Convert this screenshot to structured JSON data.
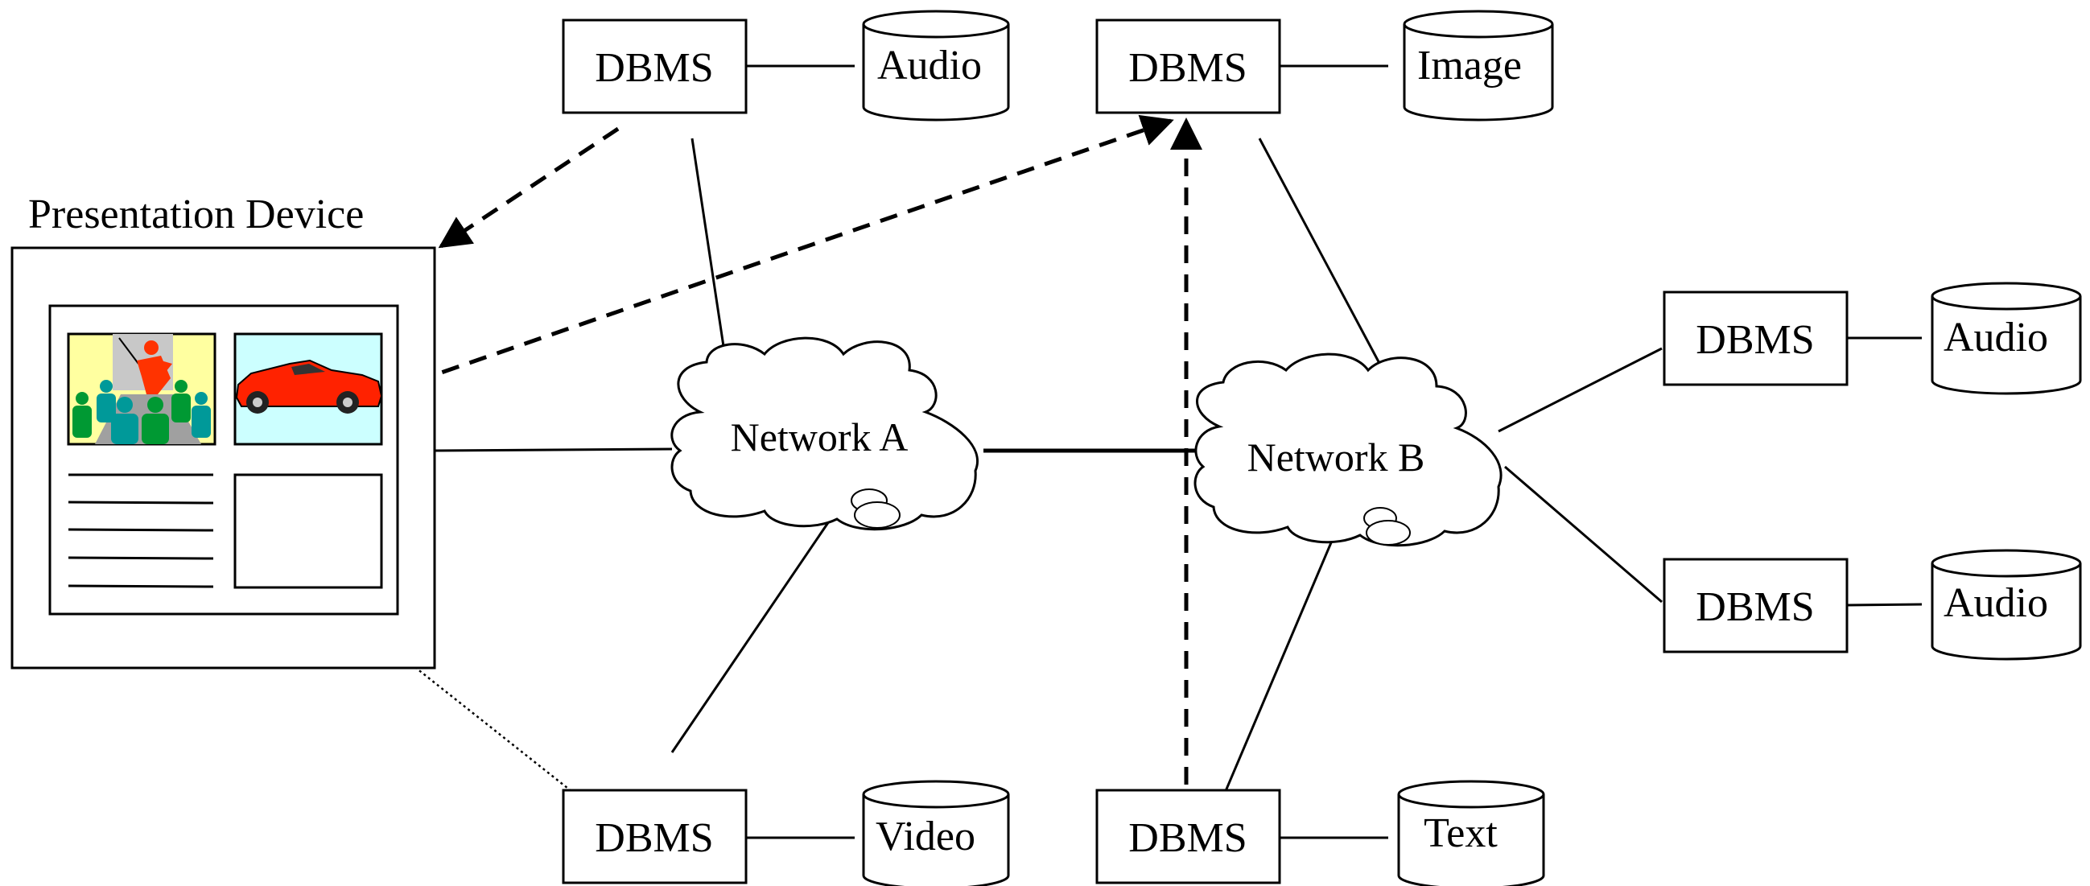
{
  "device": {
    "title": "Presentation Device"
  },
  "networks": {
    "a": "Network A",
    "b": "Network B"
  },
  "dbms": {
    "top_left": "DBMS",
    "top_mid": "DBMS",
    "right_top": "DBMS",
    "right_bottom": "DBMS",
    "bottom_left": "DBMS",
    "bottom_mid": "DBMS"
  },
  "stores": {
    "top_left": "Audio",
    "top_mid": "Image",
    "right_top": "Audio",
    "right_bottom": "Audio",
    "bottom_left": "Video",
    "bottom_mid": "Text"
  },
  "colors": {
    "stroke": "#000000",
    "slide1_bg": "#ffffa0",
    "slide2_bg": "#ccffff",
    "car": "#ff2200",
    "presenter": "#ff3300",
    "audience_green": "#009933",
    "audience_teal": "#009999"
  }
}
